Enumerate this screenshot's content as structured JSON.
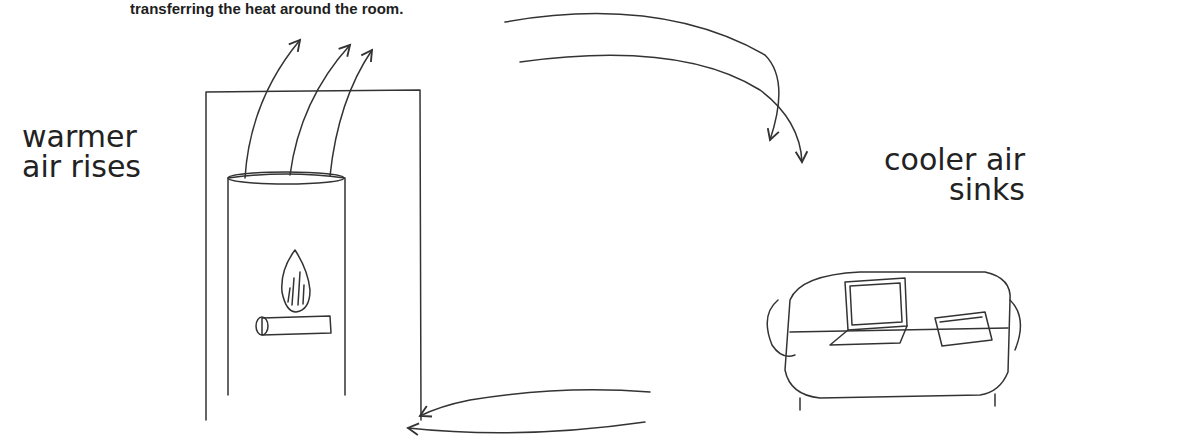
{
  "diagram": {
    "labels": [
      "transferring the heat around the room.",
      "warmer air rises",
      "cooler air sinks"
    ]
  }
}
